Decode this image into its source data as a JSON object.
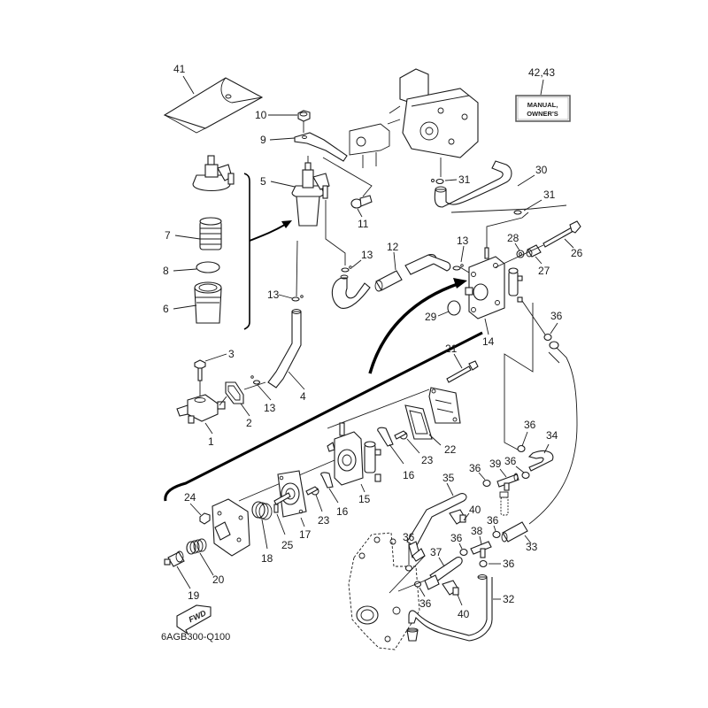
{
  "diagram": {
    "title": "Fuel system exploded parts diagram",
    "drawing_code": "6AGB300-Q100",
    "direction_badge": "FWD",
    "manual_box": {
      "line1": "MANUAL,",
      "line2": "OWNER'S",
      "ref": "42,43"
    },
    "callouts": {
      "c1": "1",
      "c2": "2",
      "c3": "3",
      "c4": "4",
      "c5": "5",
      "c6": "6",
      "c7": "7",
      "c8": "8",
      "c9": "9",
      "c10": "10",
      "c11": "11",
      "c12": "12",
      "c13a": "13",
      "c13b": "13",
      "c13c": "13",
      "c13d": "13",
      "c14": "14",
      "c15": "15",
      "c16a": "16",
      "c16b": "16",
      "c17": "17",
      "c18": "18",
      "c19": "19",
      "c20": "20",
      "c21": "21",
      "c22": "22",
      "c23a": "23",
      "c23b": "23",
      "c24": "24",
      "c25": "25",
      "c26": "26",
      "c27": "27",
      "c28": "28",
      "c29": "29",
      "c30": "30",
      "c31a": "31",
      "c31b": "31",
      "c32": "32",
      "c33": "33",
      "c34": "34",
      "c35": "35",
      "c36a": "36",
      "c36b": "36",
      "c36c": "36",
      "c36d": "36",
      "c36e": "36",
      "c36f": "36",
      "c36g": "36",
      "c36h": "36",
      "c36i": "36",
      "c37": "37",
      "c38": "38",
      "c39": "39",
      "c40a": "40",
      "c40b": "40",
      "c41": "41"
    }
  }
}
